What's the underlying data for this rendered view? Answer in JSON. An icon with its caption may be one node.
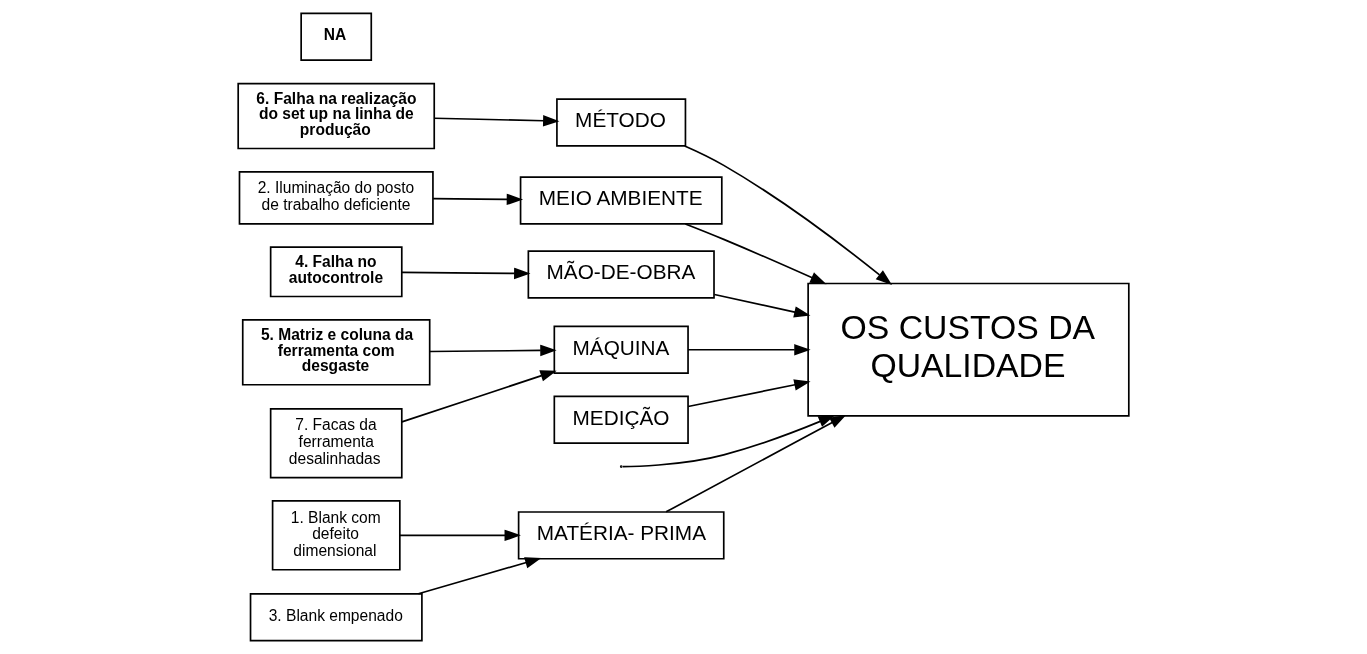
{
  "diagram": {
    "nodes": [
      {
        "text": [
          "MATÉRIA- PRIMA"
        ]
      },
      {
        "text": [
          "1. Blank com defeito dimensional"
        ]
      },
      {
        "text": [
          "3. Blank empenado"
        ]
      },
      {
        "text": [
          "MÉTODO"
        ]
      },
      {
        "text": [
          "6. Falha na realização do set up na linha de produção"
        ]
      },
      {
        "text": [
          "MEIO AMBIENTE"
        ]
      },
      {
        "text": [
          "2. Iluminação do posto de trabalho deficiente"
        ]
      },
      {
        "text": [
          "OS CUSTOS DA QUALIDADE"
        ]
      },
      {
        "text": [
          "4. Falha no autocontrole"
        ]
      },
      {
        "text": [
          "MÃO-DE-OBRA"
        ]
      },
      {
        "text": [
          "5. Matriz e coluna da ferramenta com desgaste"
        ]
      },
      {
        "text": [
          "7. Facas da ferramenta desalinhadas"
        ]
      },
      {
        "text": [
          "MÁQUINA"
        ]
      },
      {
        "text": [
          "NA"
        ]
      },
      {
        "text": [
          "MEDIÇÃO"
        ]
      }
    ],
    "edges": [
      {
        "from": null,
        "to": 7,
        "arrow": "to"
      },
      {
        "from": 1,
        "to": 0,
        "arrow": "to"
      },
      {
        "from": 2,
        "to": 0,
        "arrow": "to"
      },
      {
        "from": 4,
        "to": 3,
        "arrow": "to"
      },
      {
        "from": 6,
        "to": 5,
        "arrow": "to"
      },
      {
        "from": 8,
        "to": 9,
        "arrow": "to"
      },
      {
        "from": 10,
        "to": 12,
        "arrow": "to"
      },
      {
        "from": 11,
        "to": 12,
        "arrow": "to"
      },
      {
        "from": 0,
        "to": 7,
        "arrow": "to"
      },
      {
        "from": 3,
        "to": 7,
        "arrow": "to"
      },
      {
        "from": 5,
        "to": 7,
        "arrow": "to"
      },
      {
        "from": 9,
        "to": 7,
        "arrow": "to"
      },
      {
        "from": 12,
        "to": 7,
        "arrow": "to"
      },
      {
        "from": 14,
        "to": 7,
        "arrow": "to"
      }
    ]
  }
}
